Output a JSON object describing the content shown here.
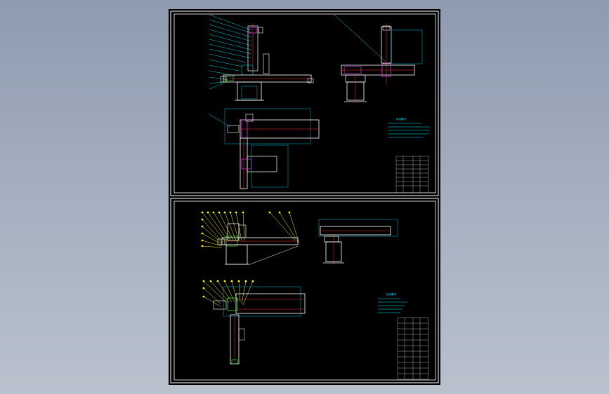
{
  "viewer": {
    "background_top": "#8e9bb0",
    "background_bottom": "#b9c1cd",
    "canvas_color": "#000000"
  },
  "colors": {
    "frame": "#ffffff",
    "outline": "#ffffff",
    "dimension": "#00bcd4",
    "leader": "#00d0e0",
    "centerline": "#ff3030",
    "highlight": "#ff40ff",
    "part": "#40ff40",
    "balloon": "#ffff00",
    "note": "#00e5ff",
    "table": "#d0d0d0"
  },
  "sheets": [
    {
      "name": "sheet-1",
      "notes_title": "技术要求"
    },
    {
      "name": "sheet-2",
      "notes_title": "技术要求"
    }
  ]
}
